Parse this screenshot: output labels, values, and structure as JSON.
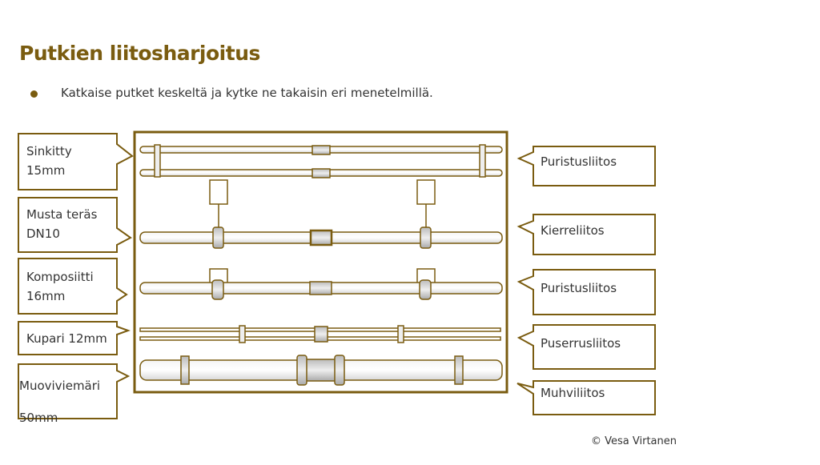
{
  "slide": {
    "title": "Putkien liitosharjoitus",
    "bullet": "Katkaise putket keskeltä ja kytke ne takaisin eri menetelmillä.",
    "accent_color": "#7a5c10",
    "copyright": "© Vesa Virtanen"
  },
  "left_labels": [
    {
      "line1": "Sinkitty",
      "line2": "15mm"
    },
    {
      "line1": "Musta teräs",
      "line2": "DN10"
    },
    {
      "line1": "Komposiitti",
      "line2": "16mm"
    },
    {
      "line1": "Kupari 12mm",
      "line2": ""
    },
    {
      "line1": "Muoviviemäri",
      "line2": "50mm"
    }
  ],
  "right_labels": [
    "Puristusliitos",
    "Kierreliitos",
    "Puristusliitos",
    "Puserrusliitos",
    "Muhviliitos"
  ]
}
